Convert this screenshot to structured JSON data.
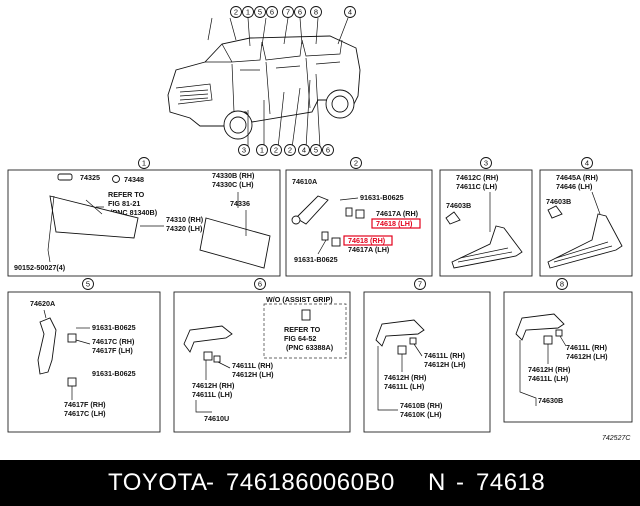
{
  "callouts_top": [
    "2",
    "1",
    "5",
    "6",
    "7",
    "6",
    "8",
    "4"
  ],
  "callouts_bottom": [
    "3",
    "1",
    "2",
    "2",
    "4",
    "5",
    "6"
  ],
  "box_numbers": [
    "1",
    "2",
    "3",
    "4",
    "5",
    "6",
    "7",
    "8"
  ],
  "box1": {
    "parts": [
      "74325",
      "74348",
      "REFER TO",
      "FIG 81-21",
      "(PNC 81340B)",
      "74330B (RH)",
      "74330C (LH)",
      "74336",
      "74310 (RH)",
      "74320 (LH)",
      "90152-50027(4)"
    ]
  },
  "box2": {
    "parts": [
      "74610A",
      "91631-B0625",
      "74617A (RH)",
      "74618 (LH)",
      "74618 (RH)",
      "74617A (LH)",
      "91631-B0625"
    ]
  },
  "box3": {
    "parts": [
      "74612C (RH)",
      "74611C (LH)",
      "74603B"
    ]
  },
  "box4": {
    "parts": [
      "74645A (RH)",
      "74646 (LH)",
      "74603B"
    ]
  },
  "box5": {
    "parts": [
      "74620A",
      "91631-B0625",
      "74617C (RH)",
      "74617F (LH)",
      "91631-B0625",
      "74617F (RH)",
      "74617C (LH)"
    ]
  },
  "box6": {
    "parts": [
      "W/O (ASSIST GRIP)",
      "REFER TO",
      "FIG 64-52",
      "(PNC 63388A)",
      "74611L (RH)",
      "74612H (LH)",
      "74612H (RH)",
      "74611L (LH)",
      "74610U"
    ]
  },
  "box7": {
    "parts": [
      "74611L (RH)",
      "74612H (LH)",
      "74612H (RH)",
      "74611L (LH)",
      "74610B (RH)",
      "74610K (LH)"
    ]
  },
  "box8": {
    "parts": [
      "74611L (RH)",
      "74612H (LH)",
      "74612H (RH)",
      "74611L (LH)",
      "74630B"
    ]
  },
  "ref_code": "742527C",
  "footer": {
    "brand": "TOYOTA",
    "sep1": "-",
    "part_number": "7461860060B0",
    "n_label": "N",
    "sep2": "-",
    "pnc": "74618"
  },
  "colors": {
    "highlight": "#e3001b",
    "footer_bg": "#000000",
    "footer_text": "#ffffff"
  }
}
